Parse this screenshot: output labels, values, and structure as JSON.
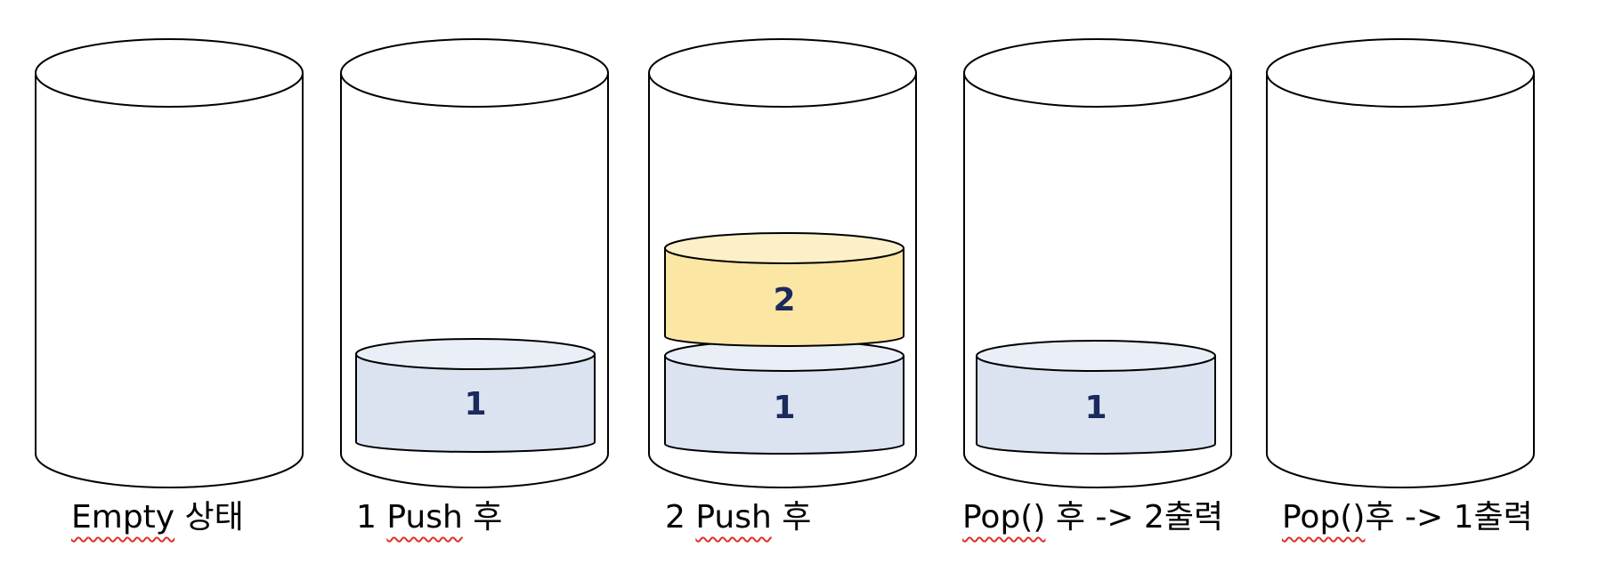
{
  "stacks": [
    {
      "caption_word": "Empty",
      "caption_rest": " 상태",
      "items": []
    },
    {
      "caption_word": "Push",
      "caption_prefix": "1 ",
      "caption_rest": " 후",
      "items": [
        {
          "label": "1",
          "fill": "#dbe3f0"
        }
      ]
    },
    {
      "caption_word": "Push",
      "caption_prefix": "2 ",
      "caption_rest": " 후",
      "items": [
        {
          "label": "1",
          "fill": "#dbe3f0"
        },
        {
          "label": "2",
          "fill": "#fbe6a4"
        }
      ]
    },
    {
      "caption_word": "Pop()",
      "caption_rest": " 후 -> 2출력",
      "items": [
        {
          "label": "1",
          "fill": "#dbe3f0"
        }
      ]
    },
    {
      "caption_word": "Pop()",
      "caption_rest": "후 -> 1출력",
      "items": []
    }
  ],
  "colors": {
    "outline": "#000000",
    "item_text": "#1b2a5c",
    "spell_underline": "#e0302a"
  }
}
